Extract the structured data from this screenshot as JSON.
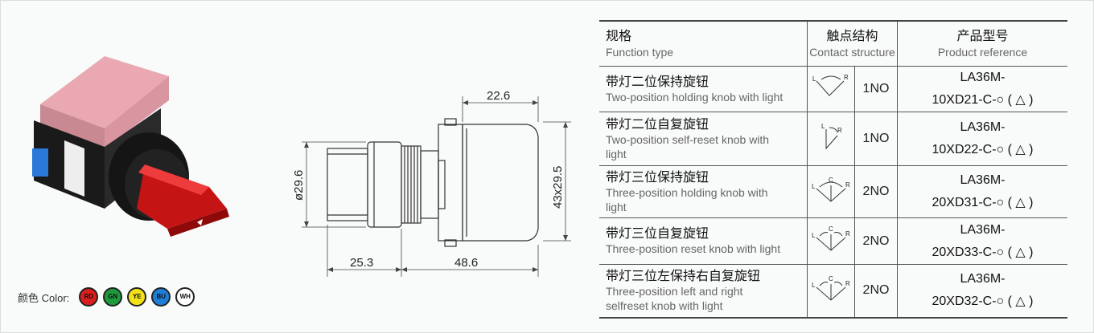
{
  "colors": {
    "label": "颜色 Color:",
    "items": [
      {
        "code": "RD",
        "fill": "#d81e1e",
        "text": "#111"
      },
      {
        "code": "GN",
        "fill": "#1e9a3c",
        "text": "#111"
      },
      {
        "code": "YE",
        "fill": "#f3e21a",
        "text": "#111"
      },
      {
        "code": "BU",
        "fill": "#1e7ed8",
        "text": "#111"
      },
      {
        "code": "WH",
        "fill": "#ffffff",
        "text": "#111"
      }
    ]
  },
  "drawing": {
    "dim_top": "22.6",
    "dim_diameter": "ø29.6",
    "dim_right": "43x29.5",
    "dim_bottom_left": "25.3",
    "dim_bottom_right": "48.6"
  },
  "table": {
    "headers": {
      "function_cn": "规格",
      "function_en": "Function type",
      "contact_cn": "触点结构",
      "contact_en": "Contact structure",
      "product_cn": "产品型号",
      "product_en": "Product reference"
    },
    "rows": [
      {
        "cn": "带灯二位保持旋钮",
        "en": "Two-position holding knob with light",
        "contact": "1NO",
        "model_1": "LA36M-",
        "model_2": "10XD21-C-",
        "symbol": "○ ( △ )",
        "diagram": "two-hold"
      },
      {
        "cn": "带灯二位自复旋钮",
        "en": "Two-position self-reset knob with light",
        "contact": "1NO",
        "model_1": "LA36M-",
        "model_2": "10XD22-C-",
        "symbol": "○ ( △ )",
        "diagram": "two-reset"
      },
      {
        "cn": "带灯三位保持旋钮",
        "en": "Three-position holding knob with light",
        "contact": "2NO",
        "model_1": "LA36M-",
        "model_2": "20XD31-C-",
        "symbol": "○ ( △ )",
        "diagram": "three-hold"
      },
      {
        "cn": "带灯三位自复旋钮",
        "en": "Three-position reset knob with light",
        "contact": "2NO",
        "model_1": "LA36M-",
        "model_2": "20XD33-C-",
        "symbol": "○ ( △ )",
        "diagram": "three-reset"
      },
      {
        "cn": "带灯三位左保持右自复旋钮",
        "en": "Three-position left and right selfreset knob with light",
        "contact": "2NO",
        "model_1": "LA36M-",
        "model_2": "20XD32-C-",
        "symbol": "○ ( △ )",
        "diagram": "three-left-hold"
      }
    ]
  }
}
